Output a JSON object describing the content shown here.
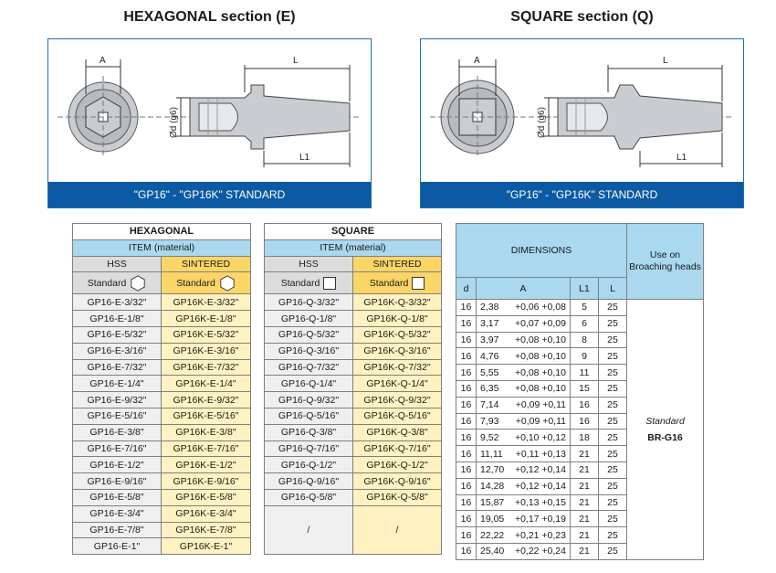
{
  "hex_section": {
    "title": "HEXAGONAL section (E)",
    "footer": "\"GP16\" - \"GP16K\" STANDARD",
    "dim_A": "A",
    "dim_L": "L",
    "dim_L1": "L1",
    "dim_d": "Ød (g6)"
  },
  "sq_section": {
    "title": "SQUARE section (Q)",
    "footer": "\"GP16\" - \"GP16K\" STANDARD",
    "dim_A": "A",
    "dim_L": "L",
    "dim_L1": "L1",
    "dim_d": "Ød (g6)"
  },
  "hex_table": {
    "title": "HEXAGONAL",
    "item": "ITEM (material)",
    "col_hss": "HSS",
    "col_sintered": "SINTERED",
    "standard": "Standard",
    "rows": [
      [
        "GP16-E-3/32\"",
        "GP16K-E-3/32\""
      ],
      [
        "GP16-E-1/8\"",
        "GP16K-E-1/8\""
      ],
      [
        "GP16-E-5/32\"",
        "GP16K-E-5/32\""
      ],
      [
        "GP16-E-3/16\"",
        "GP16K-E-3/16\""
      ],
      [
        "GP16-E-7/32\"",
        "GP16K-E-7/32\""
      ],
      [
        "GP16-E-1/4\"",
        "GP16K-E-1/4\""
      ],
      [
        "GP16-E-9/32\"",
        "GP16K-E-9/32\""
      ],
      [
        "GP16-E-5/16\"",
        "GP16K-E-5/16\""
      ],
      [
        "GP16-E-3/8\"",
        "GP16K-E-3/8\""
      ],
      [
        "GP16-E-7/16\"",
        "GP16K-E-7/16\""
      ],
      [
        "GP16-E-1/2\"",
        "GP16K-E-1/2\""
      ],
      [
        "GP16-E-9/16\"",
        "GP16K-E-9/16\""
      ],
      [
        "GP16-E-5/8\"",
        "GP16K-E-5/8\""
      ],
      [
        "GP16-E-3/4\"",
        "GP16K-E-3/4\""
      ],
      [
        "GP16-E-7/8\"",
        "GP16K-E-7/8\""
      ],
      [
        "GP16-E-1\"",
        "GP16K-E-1\""
      ]
    ]
  },
  "sq_table": {
    "title": "SQUARE",
    "item": "ITEM (material)",
    "col_hss": "HSS",
    "col_sintered": "SINTERED",
    "standard": "Standard",
    "rows": [
      [
        "GP16-Q-3/32\"",
        "GP16K-Q-3/32\""
      ],
      [
        "GP16-Q-1/8\"",
        "GP16K-Q-1/8\""
      ],
      [
        "GP16-Q-5/32\"",
        "GP16K-Q-5/32\""
      ],
      [
        "GP16-Q-3/16\"",
        "GP16K-Q-3/16\""
      ],
      [
        "GP16-Q-7/32\"",
        "GP16K-Q-7/32\""
      ],
      [
        "GP16-Q-1/4\"",
        "GP16K-Q-1/4\""
      ],
      [
        "GP16-Q-9/32\"",
        "GP16K-Q-9/32\""
      ],
      [
        "GP16-Q-5/16\"",
        "GP16K-Q-5/16\""
      ],
      [
        "GP16-Q-3/8\"",
        "GP16K-Q-3/8\""
      ],
      [
        "GP16-Q-7/16\"",
        "GP16K-Q-7/16\""
      ],
      [
        "GP16-Q-1/2\"",
        "GP16K-Q-1/2\""
      ],
      [
        "GP16-Q-9/16\"",
        "GP16K-Q-9/16\""
      ],
      [
        "GP16-Q-5/8\"",
        "GP16K-Q-5/8\""
      ]
    ],
    "empty_mark": "/"
  },
  "dim_table": {
    "title": "DIMENSIONS",
    "use_title": "Use on Broaching heads",
    "col_d": "d",
    "col_A": "A",
    "col_L1": "L1",
    "col_L": "L",
    "use_standard": "Standard",
    "use_model": "BR-G16",
    "rows": [
      [
        "16",
        "2,38",
        "+0,06 +0,08",
        "5",
        "25"
      ],
      [
        "16",
        "3,17",
        "+0,07 +0,09",
        "6",
        "25"
      ],
      [
        "16",
        "3,97",
        "+0,08 +0,10",
        "8",
        "25"
      ],
      [
        "16",
        "4,76",
        "+0,08 +0,10",
        "9",
        "25"
      ],
      [
        "16",
        "5,55",
        "+0,08 +0,10",
        "11",
        "25"
      ],
      [
        "16",
        "6,35",
        "+0,08 +0,10",
        "15",
        "25"
      ],
      [
        "16",
        "7,14",
        "+0,09 +0,11",
        "16",
        "25"
      ],
      [
        "16",
        "7,93",
        "+0,09 +0,11",
        "16",
        "25"
      ],
      [
        "16",
        "9,52",
        "+0,10 +0,12",
        "18",
        "25"
      ],
      [
        "16",
        "11,11",
        "+0,11 +0,13",
        "21",
        "25"
      ],
      [
        "16",
        "12,70",
        "+0,12 +0,14",
        "21",
        "25"
      ],
      [
        "16",
        "14,28",
        "+0,12 +0,14",
        "21",
        "25"
      ],
      [
        "16",
        "15,87",
        "+0,13 +0,15",
        "21",
        "25"
      ],
      [
        "16",
        "19,05",
        "+0,17 +0,19",
        "21",
        "25"
      ],
      [
        "16",
        "22,22",
        "+0,21 +0,23",
        "21",
        "25"
      ],
      [
        "16",
        "25,40",
        "+0,22 +0,24",
        "21",
        "25"
      ]
    ]
  },
  "colors": {
    "blue_band": "#0b5aa3",
    "header_blue": "#a9d8ef",
    "sintered_yellow": "#fbd667",
    "hss_grey": "#dcdcdc"
  }
}
